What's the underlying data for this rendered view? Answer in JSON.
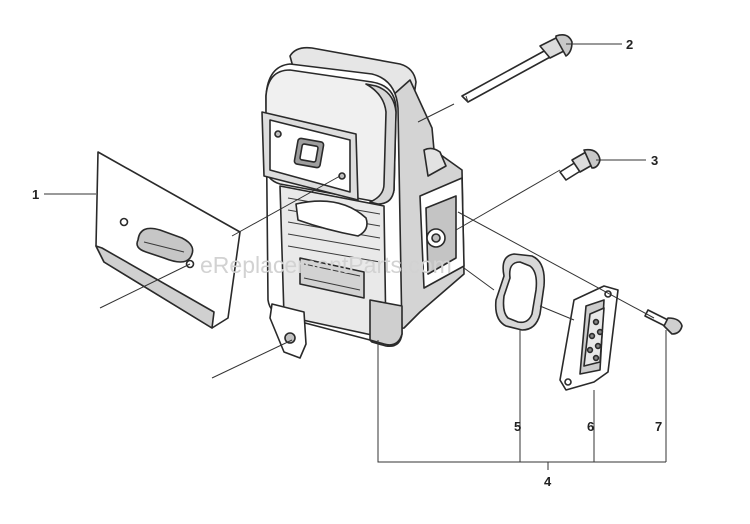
{
  "diagram": {
    "watermark": "eReplacementParts.com",
    "callouts": [
      "1",
      "2",
      "3",
      "4",
      "5",
      "6",
      "7"
    ],
    "colors": {
      "line": "#2a2a2a",
      "shade": "#c8c8c8",
      "light": "#e6e6e6",
      "watermark": "#d2d2d2"
    }
  }
}
